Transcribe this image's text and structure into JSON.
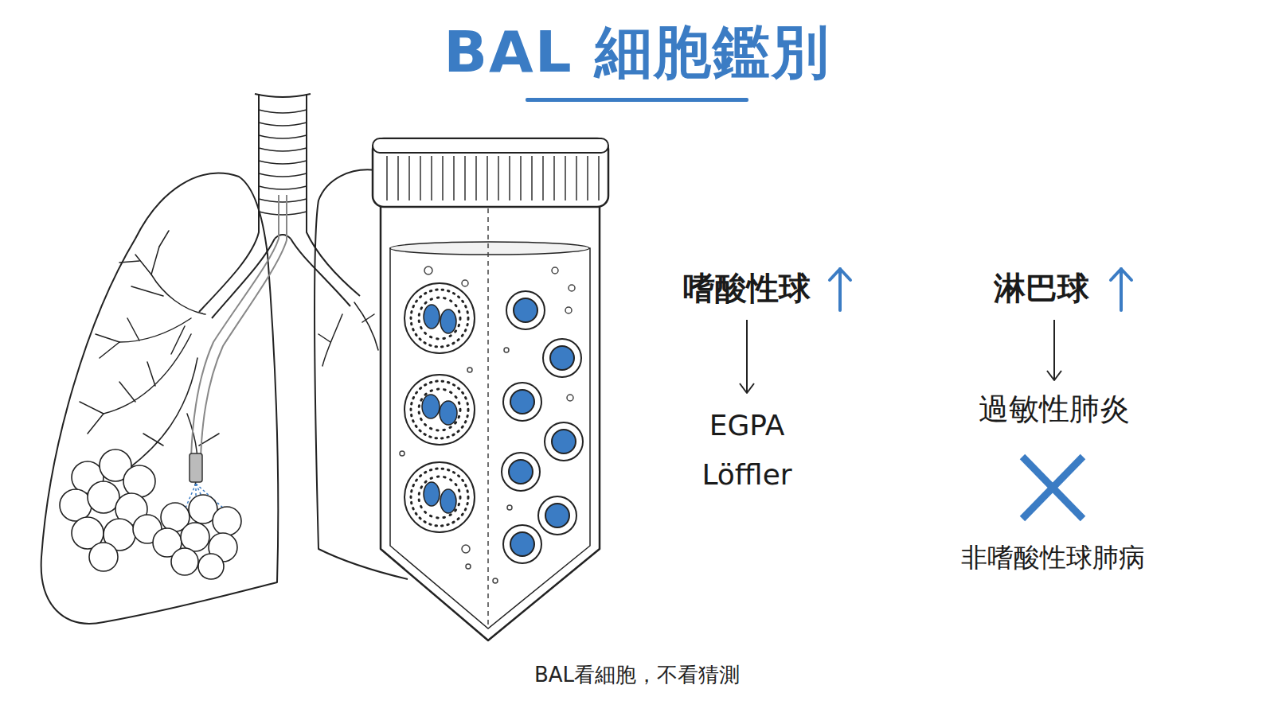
{
  "diagram": {
    "title": "BAL 細胞鑑別",
    "caption": "BAL看細胞，不看猜測",
    "nodes": [
      {
        "text": [
          "嗜酸性球"
        ]
      },
      {
        "text": [
          "EGPA",
          "Löffler"
        ]
      },
      {
        "text": [
          "淋巴球"
        ]
      },
      {
        "text": [
          "過敏性肺炎"
        ]
      },
      {
        "text": [
          "非嗜酸性球肺病"
        ]
      }
    ],
    "edges": [
      {
        "from": 0,
        "to": 1,
        "arrow": "to"
      },
      {
        "from": 2,
        "to": 3,
        "arrow": "to"
      }
    ]
  }
}
